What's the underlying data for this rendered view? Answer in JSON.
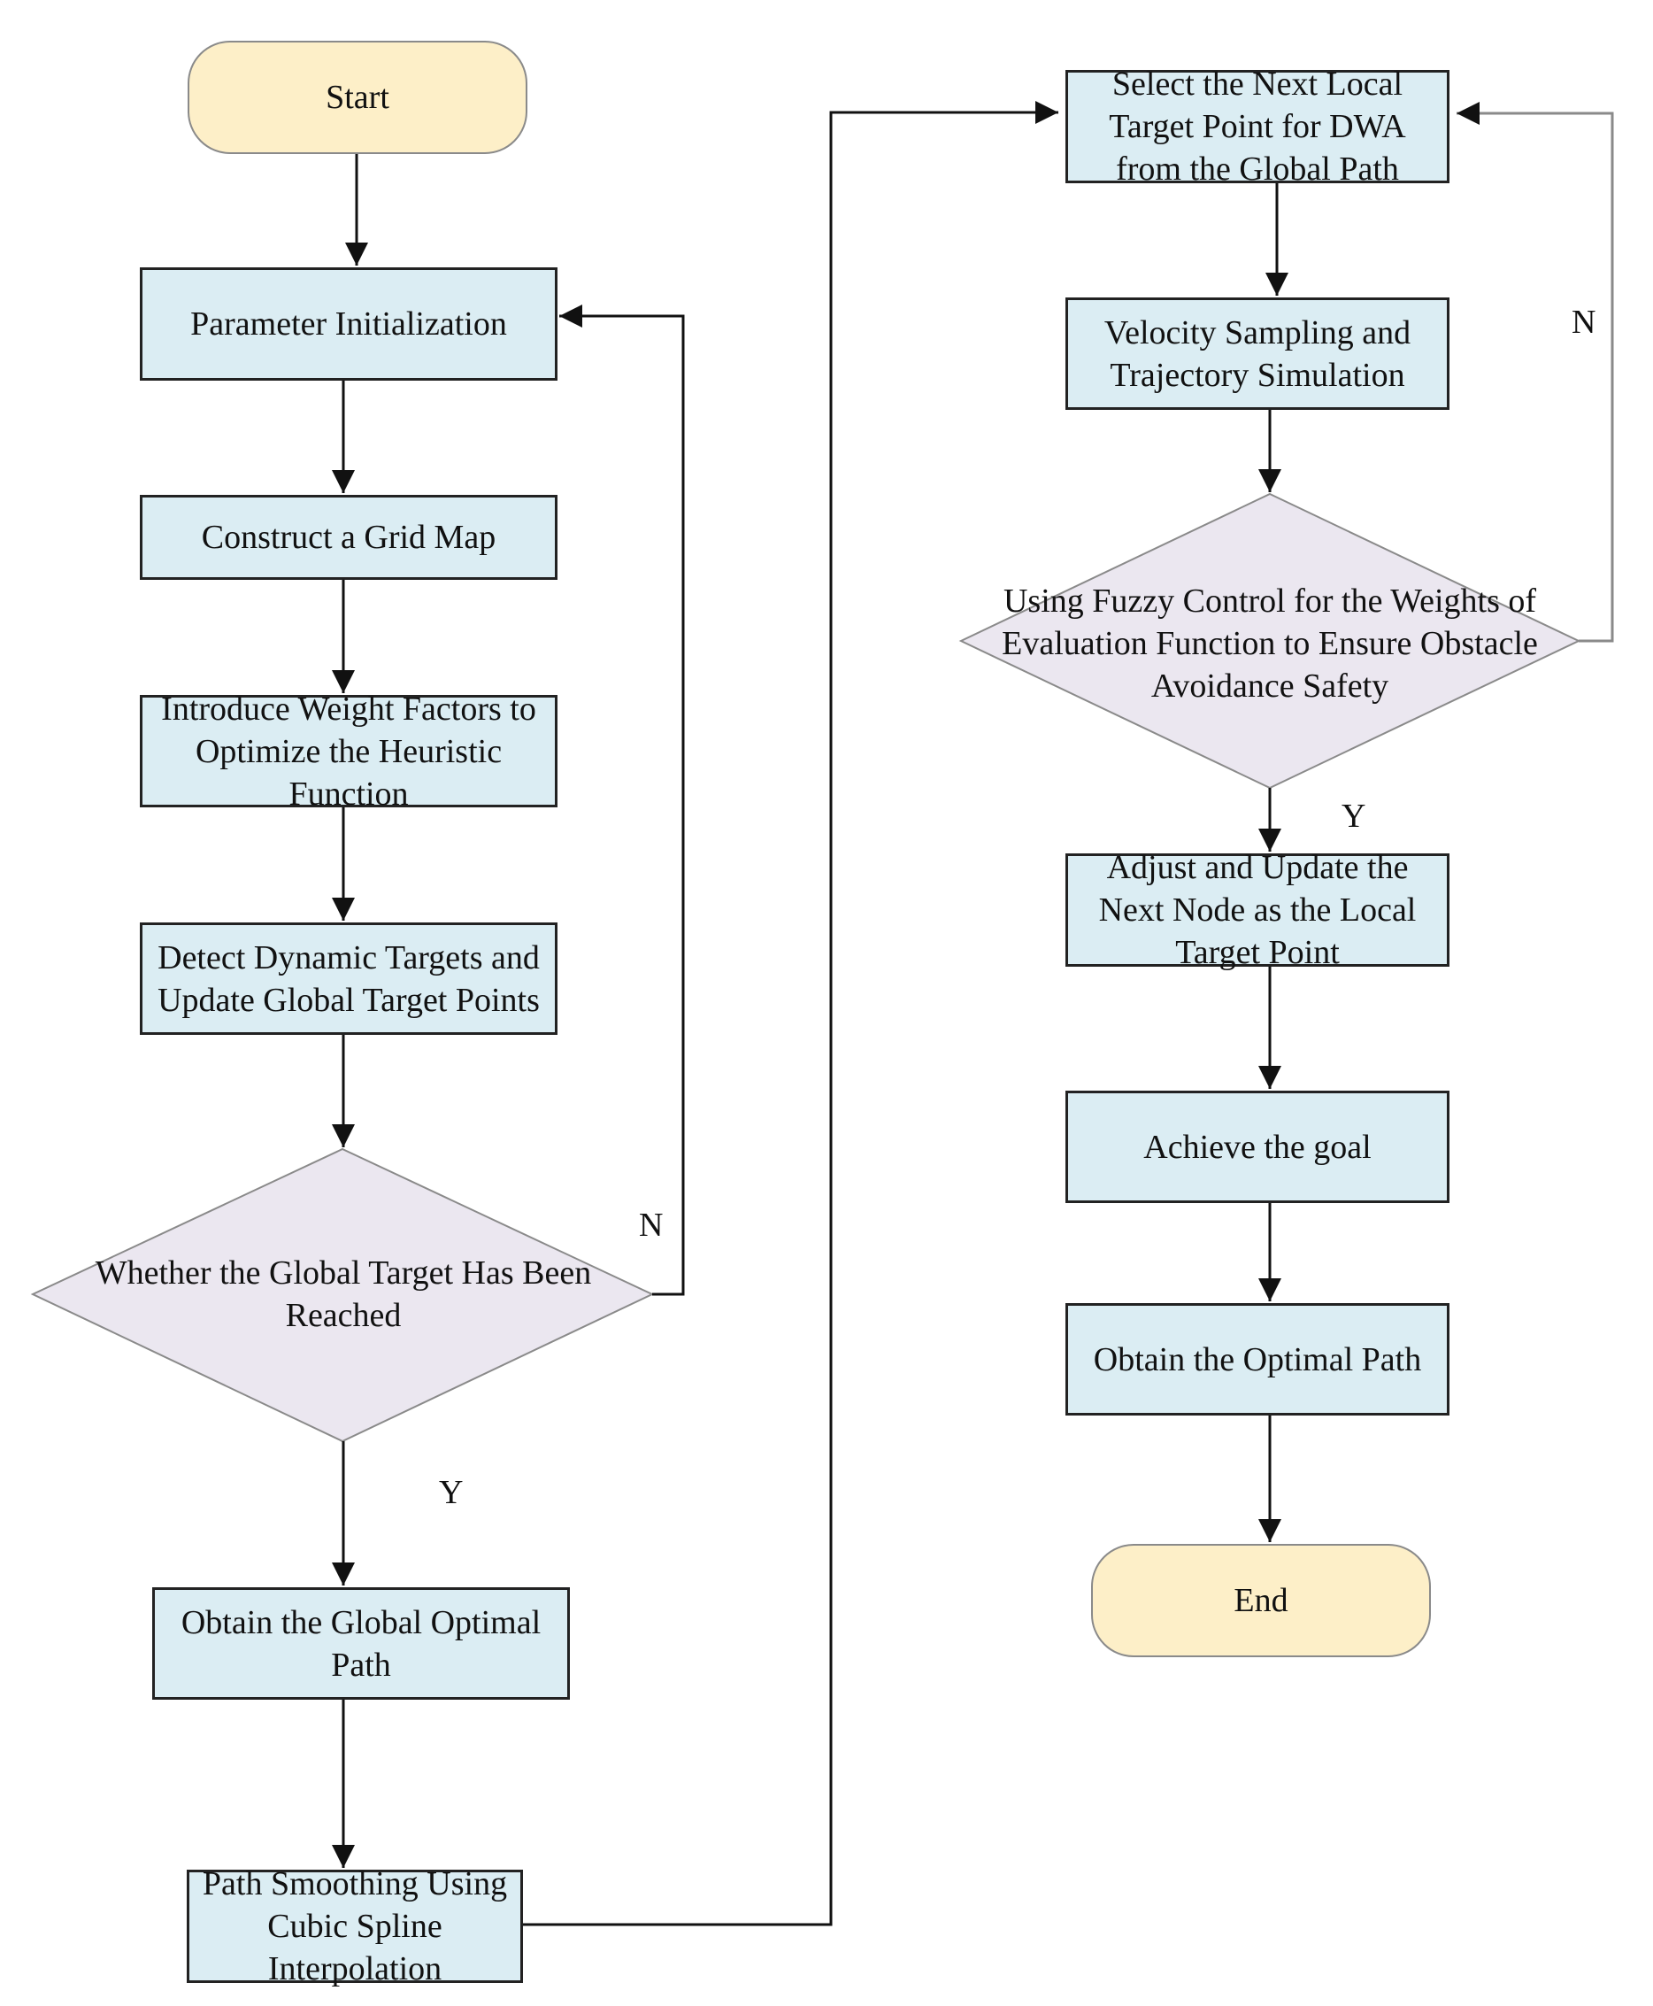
{
  "nodes": {
    "start": "Start",
    "param_init": "Parameter Initialization",
    "grid_map": "Construct a Grid Map",
    "weight_factors": "Introduce Weight Factors to Optimize the Heuristic Function",
    "detect_dynamic": "Detect Dynamic Targets and Update Global Target Points",
    "global_reached": "Whether the Global Target Has Been Reached",
    "global_optimal": "Obtain the Global Optimal Path",
    "path_smoothing": "Path Smoothing Using Cubic Spline Interpolation",
    "select_local": "Select the Next Local Target Point for DWA from the Global Path",
    "velocity_sampling": "Velocity Sampling and Trajectory Simulation",
    "fuzzy_control": "Using Fuzzy Control for the Weights of Evaluation Function to Ensure Obstacle Avoidance Safety",
    "adjust_update": "Adjust and Update the Next Node as the Local Target Point",
    "achieve_goal": "Achieve the goal",
    "optimal_path": "Obtain the Optimal Path",
    "end": "End"
  },
  "labels": {
    "left_no": "N",
    "left_yes": "Y",
    "right_no": "N",
    "right_yes": "Y"
  },
  "colors": {
    "process_fill": "#dbedf3",
    "terminal_fill": "#fdefc8",
    "decision_fill": "#ebe7f0",
    "line": "#111111"
  }
}
